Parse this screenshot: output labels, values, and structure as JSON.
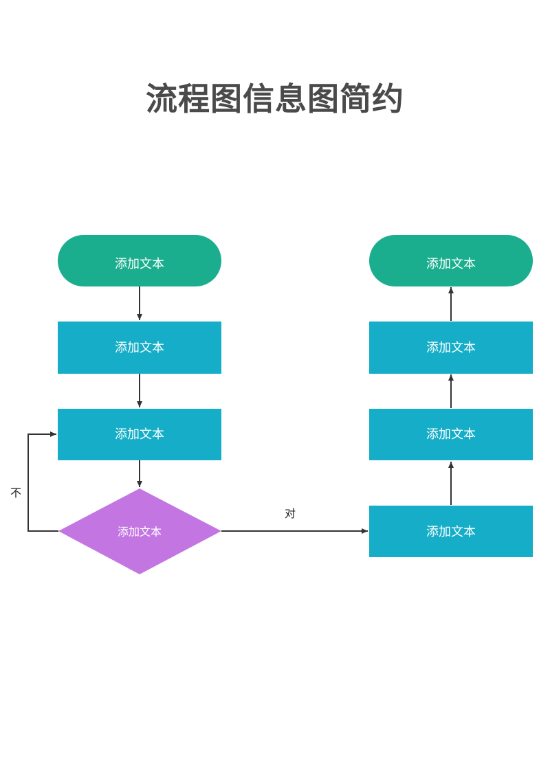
{
  "header": {
    "title": "流程图信息图简约"
  },
  "colors": {
    "terminal": "#1aae8e",
    "process": "#15adc7",
    "decision": "#c376e2",
    "edge": "#333333",
    "title": "#4a4a4a"
  },
  "nodes": {
    "start": {
      "label": "添加文本"
    },
    "step1": {
      "label": "添加文本"
    },
    "step2": {
      "label": "添加文本"
    },
    "decision": {
      "label": "添加文本"
    },
    "step3": {
      "label": "添加文本"
    },
    "step4": {
      "label": "添加文本"
    },
    "step5": {
      "label": "添加文本"
    },
    "end": {
      "label": "添加文本"
    }
  },
  "edges": {
    "no_label": "不",
    "yes_label": "对"
  }
}
